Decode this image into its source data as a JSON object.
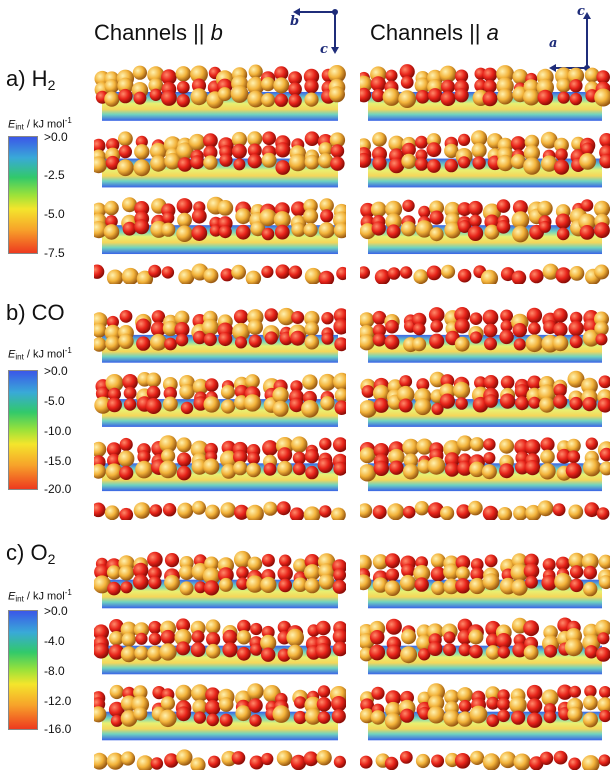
{
  "headers": {
    "left": {
      "prefix": "Channels || ",
      "axis": "b"
    },
    "right": {
      "prefix": "Channels || ",
      "axis": "a"
    }
  },
  "axes_left": {
    "horizontal": "b",
    "vertical": "c"
  },
  "axes_right": {
    "horizontal": "a",
    "vertical": "c"
  },
  "rows": [
    {
      "label_prefix": "a) H",
      "label_sub": "2",
      "scale_title": "E",
      "scale_sub": "int",
      "scale_unit": " / kJ mol",
      "scale_sup": "-1",
      "ticks": [
        ">0.0",
        "-2.5",
        "-5.0",
        "-7.5"
      ]
    },
    {
      "label_prefix": "b) CO",
      "label_sub": "",
      "scale_title": "E",
      "scale_sub": "int",
      "scale_unit": " / kJ mol",
      "scale_sup": "-1",
      "ticks": [
        ">0.0",
        "-5.0",
        "-10.0",
        "-15.0",
        "-20.0"
      ]
    },
    {
      "label_prefix": "c) O",
      "label_sub": "2",
      "scale_title": "E",
      "scale_sub": "int",
      "scale_unit": " / kJ mol",
      "scale_sup": "-1",
      "ticks": [
        ">0.0",
        "-4.0",
        "-8.0",
        "-12.0",
        "-16.0"
      ]
    }
  ],
  "colors": {
    "channel_blue": "#3a63e6",
    "channel_yellow": "#e9f070",
    "atom_red": "#e8241a",
    "atom_gold": "#f3b33a",
    "axis_blue": "#1f2d7a"
  }
}
